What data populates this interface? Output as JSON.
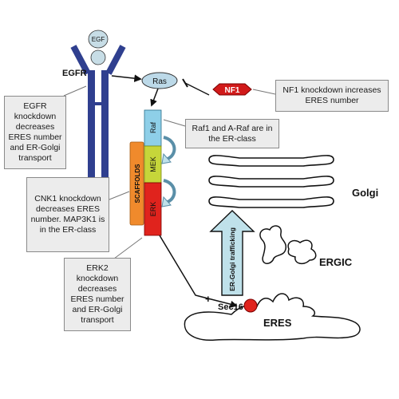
{
  "nodes": {
    "egf": "EGF",
    "egfr": "EGFR",
    "ras": "Ras",
    "nf1": "NF1",
    "raf": "Raf",
    "mek": "MEK",
    "erk": "ERK",
    "scaffolds": "SCAFFOLDS",
    "golgi": "Golgi",
    "ergic": "ERGIC",
    "eres": "ERES",
    "sec16": "Sec16",
    "plus": "+",
    "trafficking": "ER-Golgi trafficking"
  },
  "notes": {
    "egfr": "EGFR knockdown decreases ERES number and ER-Golgi transport",
    "nf1": "NF1 knockdown increases ERES number",
    "raf": "Raf1 and A-Raf are in the ER-class",
    "cnk1": "CNK1 knockdown decreases ERES number. MAP3K1 is in the ER-class",
    "erk2": "ERK2 knockdown decreases ERES number and ER-Golgi transport"
  },
  "colors": {
    "receptor": "#2f3f8f",
    "egf_ball": "#c7dde6",
    "ras": "#bcd9e8",
    "nf1": "#d11a1a",
    "raf": "#8ecfe8",
    "mek": "#c6d63a",
    "erk": "#e0231d",
    "scaffolds": "#f08a2c",
    "trafficking_arrow": "#bfe1ea",
    "sec16": "#e0231d",
    "note_fill": "#ececec"
  }
}
